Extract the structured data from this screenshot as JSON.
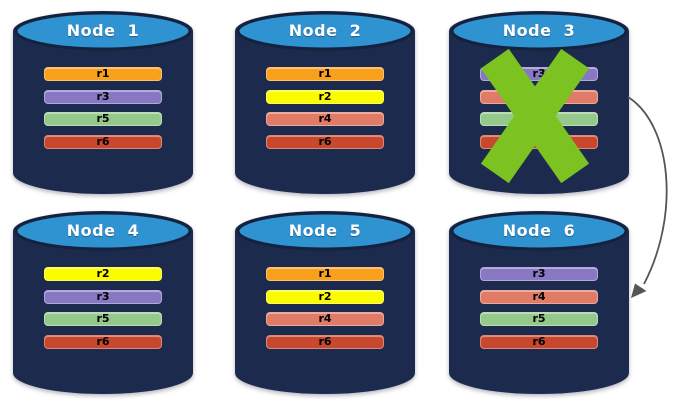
{
  "diagram": {
    "colors": {
      "background": "#FFFFFF",
      "cylinder_body": "#1C2B4D",
      "cylinder_top": "#3093D1",
      "cylinder_edge": "#15223E",
      "title_text": "#FFFFFF",
      "bar_text": "#000000",
      "failure_x": "#7CC220",
      "arrow": "#555555"
    },
    "replica_colors": {
      "r1": "#F9A11D",
      "r2": "#FCFC00",
      "r3": "#8878C4",
      "r4": "#DF7B67",
      "r5": "#94C98B",
      "r6": "#C8482E"
    },
    "nodes": [
      {
        "title": "Node  1",
        "failed": false,
        "replicas": [
          "r1",
          "r3",
          "r5",
          "r6"
        ]
      },
      {
        "title": "Node  2",
        "failed": false,
        "replicas": [
          "r1",
          "r2",
          "r4",
          "r6"
        ]
      },
      {
        "title": "Node  3",
        "failed": true,
        "replicas": [
          "r3",
          "r4",
          "r5",
          "r6"
        ]
      },
      {
        "title": "Node  4",
        "failed": false,
        "replicas": [
          "r2",
          "r3",
          "r5",
          "r6"
        ]
      },
      {
        "title": "Node  5",
        "failed": false,
        "replicas": [
          "r1",
          "r2",
          "r4",
          "r6"
        ]
      },
      {
        "title": "Node  6",
        "failed": false,
        "replicas": [
          "r3",
          "r4",
          "r5",
          "r6"
        ]
      }
    ],
    "arrow": {
      "from_node": "Node  3",
      "to_node": "Node  6"
    }
  }
}
